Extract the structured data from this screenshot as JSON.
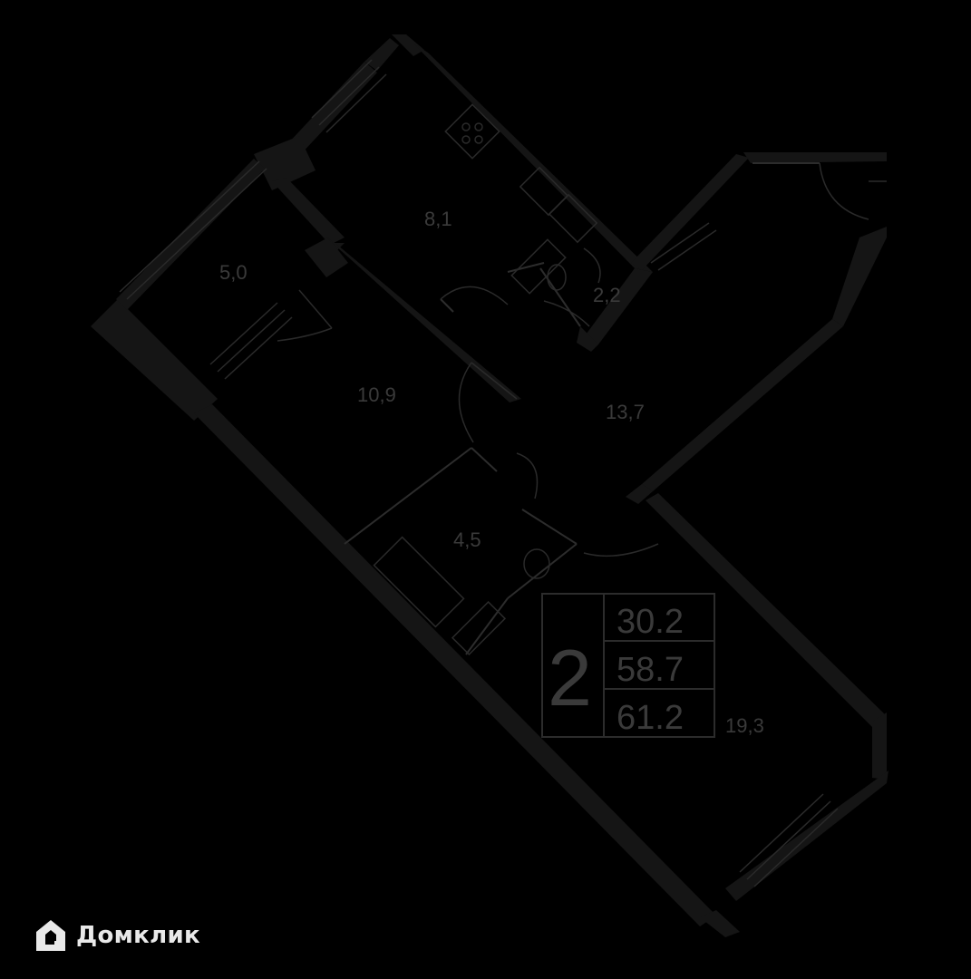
{
  "rooms": [
    {
      "id": "kitchen",
      "area": "8,1"
    },
    {
      "id": "storage",
      "area": "5,0"
    },
    {
      "id": "bedroom",
      "area": "10,9"
    },
    {
      "id": "hall",
      "area": "13,7"
    },
    {
      "id": "bathroom-small",
      "area": "2,2"
    },
    {
      "id": "bathroom",
      "area": "4,5"
    },
    {
      "id": "living",
      "area": "19,3"
    }
  ],
  "summary": {
    "rooms_count": "2",
    "living_area": "30.2",
    "total_area": "58.7",
    "total_area_with_balcony": "61.2"
  },
  "brand": {
    "name": "Домклик",
    "icon": "domclick-house-icon"
  },
  "colors": {
    "background": "#000000",
    "wall": "#151515",
    "line": "#2c2c2c",
    "text": "#3a3a3a",
    "brand_text": "#e9e9e9"
  }
}
